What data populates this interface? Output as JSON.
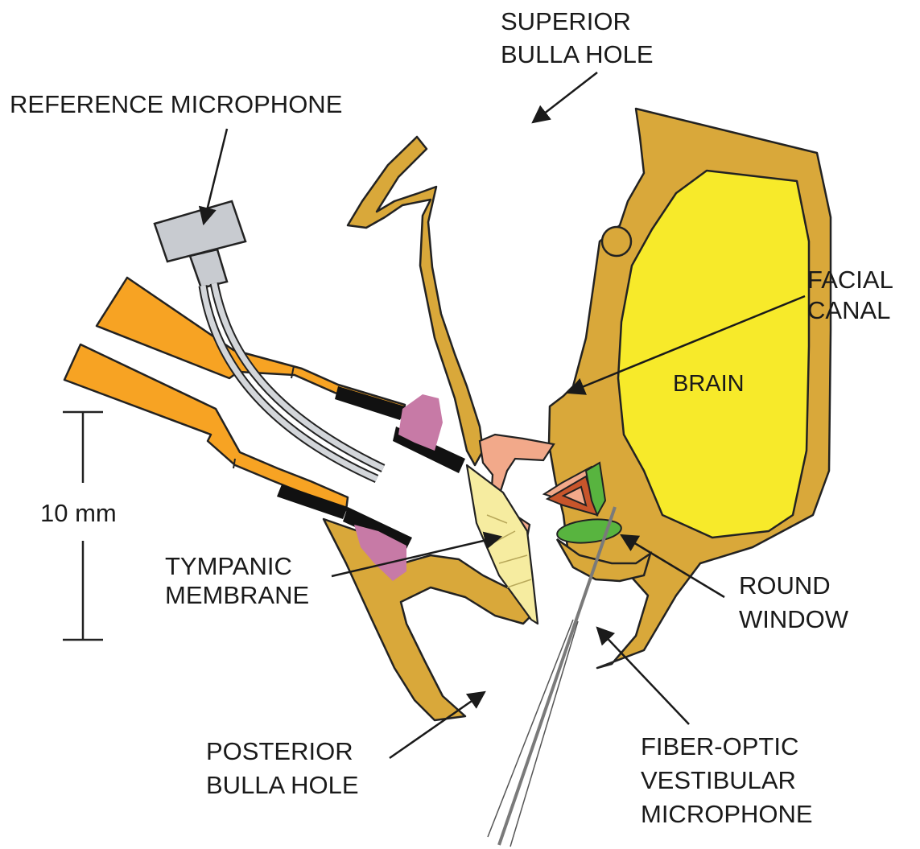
{
  "labels": {
    "superior_bulla_hole": [
      "SUPERIOR",
      "BULLA HOLE"
    ],
    "reference_microphone": "REFERENCE MICROPHONE",
    "facial_canal": [
      "FACIAL",
      "CANAL"
    ],
    "brain": "BRAIN",
    "scale": "10 mm",
    "tympanic_membrane": [
      "TYMPANIC",
      "MEMBRANE"
    ],
    "round_window": [
      "ROUND",
      "WINDOW"
    ],
    "posterior_bulla_hole": [
      "POSTERIOR",
      "BULLA HOLE"
    ],
    "fiber_optic": [
      "FIBER-OPTIC",
      "VESTIBULAR",
      "MICROPHONE"
    ]
  },
  "colors": {
    "bone": "#d9a83a",
    "brain": "#f7ea2a",
    "speculum": "#f7a323",
    "reference_mic": "#c8cbd0",
    "cable": "#d3d6da",
    "putty": "#c77aa6",
    "ossicle": "#f2a98a",
    "tympanic_membrane": "#f6eca0",
    "stapes_red": "#c8552b",
    "green": "#58b43f",
    "outline": "#222222"
  }
}
